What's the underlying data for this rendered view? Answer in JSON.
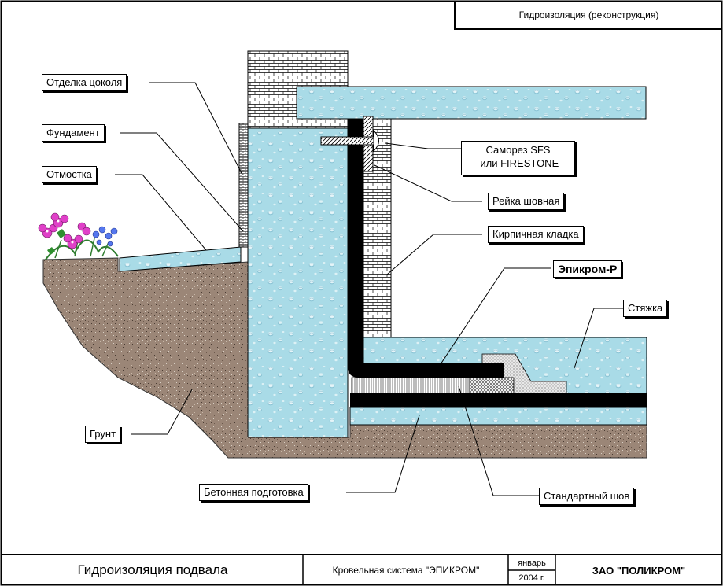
{
  "header": {
    "title": "Гидроизоляция (реконструкция)"
  },
  "labels": {
    "otdelka": "Отделка цоколя",
    "fundament": "Фундамент",
    "otmostka": "Отмостка",
    "samorez": "Саморез SFS\n или FIRESTONE",
    "reyka": "Рейка шовная",
    "kirpich": "Кирпичная кладка",
    "epikrom": "Эпикром-Р",
    "styazhka": "Стяжка",
    "grunt": "Грунт",
    "beton": "Бетонная подготовка",
    "shov": "Стандартный шов"
  },
  "titleblock": {
    "drawing_title": "Гидроизоляция подвала",
    "system": "Кровельная система \"ЭПИКРОМ\"",
    "month": "январь",
    "year": "2004 г.",
    "company": "ЗАО \"ПОЛИКРОМ\""
  },
  "colors": {
    "concrete": "#a9dbe7",
    "soil": "#9b8677",
    "membrane": "#000000",
    "brick": "#ffffff",
    "flower_pink": "#e040c8",
    "flower_blue": "#5577ee"
  }
}
